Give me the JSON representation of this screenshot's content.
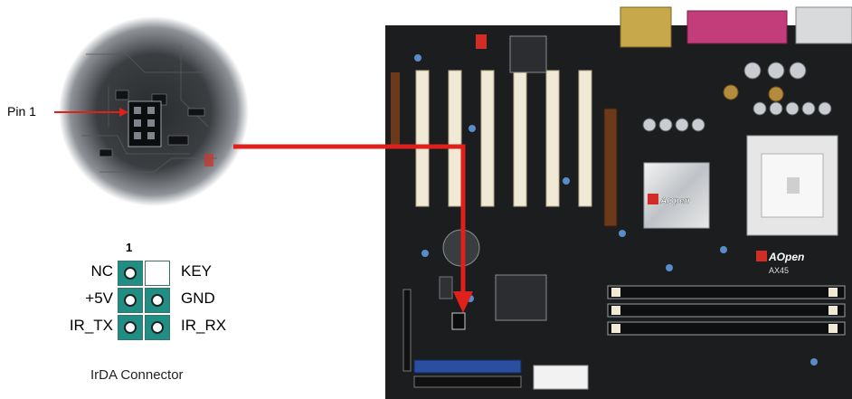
{
  "zoom_callout": {
    "pin1_label": "Pin 1"
  },
  "connector": {
    "pin1_number": "1",
    "left_labels": [
      "NC",
      "+5V",
      "IR_TX"
    ],
    "right_labels": [
      "KEY",
      "GND",
      "IR_RX"
    ],
    "caption": "IrDA Connector"
  },
  "board": {
    "heatsink_logo": "AOpen",
    "board_logo": "AOpen",
    "board_model": "AX45"
  },
  "colors": {
    "arrow": "#e0201a",
    "pcb": "#1b1d1f",
    "connector_teal": "#1f8f86",
    "pci_slot": "#efe9d6",
    "agp_slot": "#6b3a1a"
  },
  "icons": {
    "pin_hole": "circle-pin-icon"
  }
}
